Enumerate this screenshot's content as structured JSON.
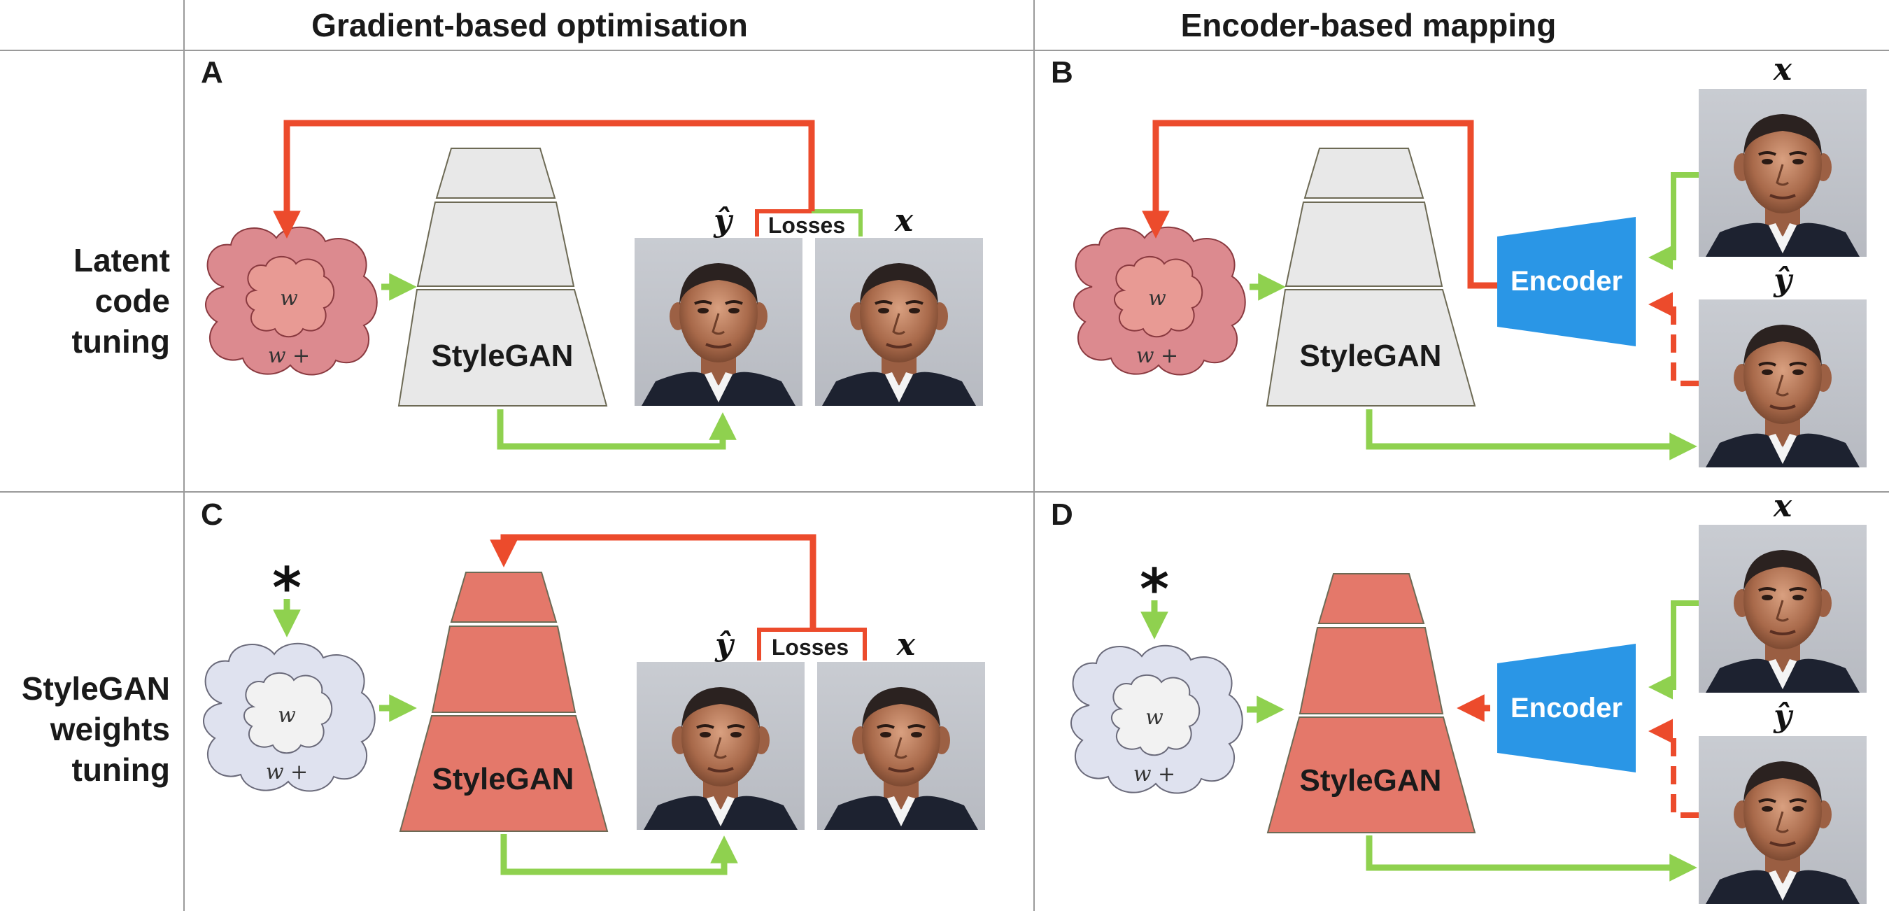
{
  "headers": {
    "col1": "Gradient-based optimisation",
    "col2": "Encoder-based mapping"
  },
  "row_labels": {
    "row1": [
      "Latent",
      "code",
      "tuning"
    ],
    "row2": [
      "StyleGAN",
      "weights",
      "tuning"
    ]
  },
  "panels": {
    "A": "A",
    "B": "B",
    "C": "C",
    "D": "D"
  },
  "labels": {
    "stylegan": "StyleGAN",
    "encoder": "Encoder",
    "losses": "Losses",
    "w": "w",
    "w_plus": "w +",
    "x": "x",
    "y_hat": "ŷ",
    "noise": "*"
  },
  "colors": {
    "red_arrow": "#ec4b2c",
    "green_arrow": "#8fd14f",
    "encoder_blue": "#2a96e6",
    "gan_gray": "#e8e8e8",
    "gan_red": "#e4786a",
    "cloud_pink": "#dc8a8f",
    "cloud_pink_inner": "#e89a94",
    "cloud_blue": "#dfe2ef",
    "cloud_blue_inner": "#f2f2f2",
    "grid_line": "#9a9a9a"
  },
  "icons": {
    "face_photo": "face-photo-icon",
    "latent_cloud": "latent-cloud-icon"
  }
}
